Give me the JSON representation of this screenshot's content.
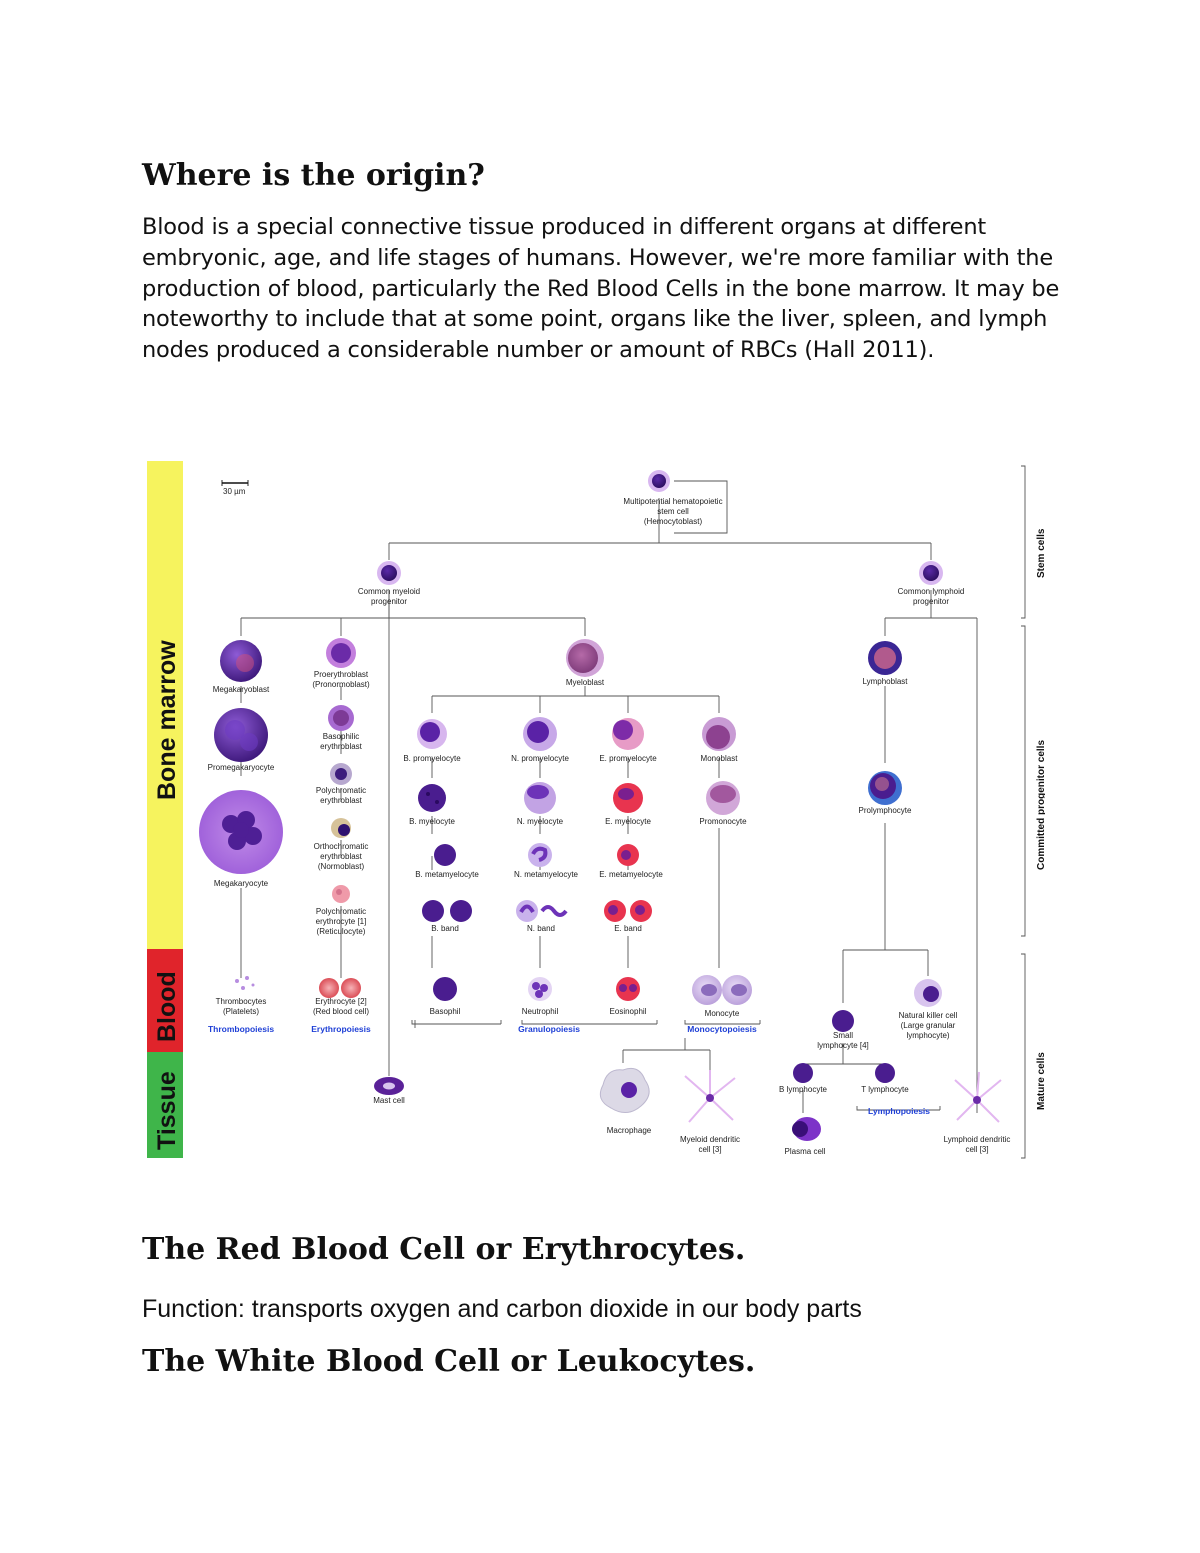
{
  "document": {
    "heading_origin": "Where is the origin?",
    "paragraph": "Blood is a special connective tissue produced in different organs at different embryonic, age, and life stages of humans. However, we're more familiar with the production of blood, particularly the Red Blood Cells in the bone marrow. It may be noteworthy to include that at some point, organs like the liver, spleen, and lymph nodes produced a considerable number or amount of RBCs (Hall 2011).",
    "heading_rbc": "The Red Blood Cell or Erythrocytes.",
    "function_text": "Function: transports oxygen and carbon dioxide in our body parts",
    "heading_wbc": "The White Blood Cell or Leukocytes."
  },
  "figure": {
    "scale_bar": "30 µm",
    "bands": {
      "bone_marrow": "Bone marrow",
      "blood": "Blood",
      "tissue": "Tissue"
    },
    "side_labels": {
      "stem": "Stem cells",
      "committed": "Committed progenitor cells",
      "mature": "Mature cells"
    },
    "stem": {
      "line1": "Multipotential hematopoietic",
      "line2": "stem cell",
      "line3": "(Hemocytoblast)"
    },
    "myeloid": {
      "line1": "Common myeloid",
      "line2": "progenitor"
    },
    "lymphoid": {
      "line1": "Common lymphoid",
      "line2": "progenitor"
    },
    "megakaryoblast": "Megakaryoblast",
    "promegakaryocyte": "Promegakaryocyte",
    "megakaryocyte": "Megakaryocyte",
    "proerythroblast": {
      "line1": "Proerythroblast",
      "line2": "(Pronormoblast)"
    },
    "basophilic": {
      "line1": "Basophilic",
      "line2": "erythroblast"
    },
    "polychromatic": {
      "line1": "Polychromatic",
      "line2": "erythroblast"
    },
    "orthochromatic": {
      "line1": "Orthochromatic",
      "line2": "erythroblast",
      "line3": "(Normoblast)"
    },
    "reticulocyte": {
      "line1": "Polychromatic",
      "line2": "erythrocyte [1]",
      "line3": "(Reticulocyte)"
    },
    "myeloblast": "Myeloblast",
    "b_promyelocyte": "B. promyelocyte",
    "n_promyelocyte": "N. promyelocyte",
    "e_promyelocyte": "E. promyelocyte",
    "monoblast": "Monoblast",
    "b_myelocyte": "B. myelocyte",
    "n_myelocyte": "N. myelocyte",
    "e_myelocyte": "E. myelocyte",
    "promonocyte": "Promonocyte",
    "b_metamyelocyte": "B. metamyelocyte",
    "n_metamyelocyte": "N. metamyelocyte",
    "e_metamyelocyte": "E. metamyelocyte",
    "b_band": "B. band",
    "n_band": "N. band",
    "e_band": "E. band",
    "lymphoblast": "Lymphoblast",
    "prolymphocyte": "Prolymphocyte",
    "thrombocytes": {
      "line1": "Thrombocytes",
      "line2": "(Platelets)"
    },
    "erythrocyte": {
      "line1": "Erythrocyte [2]",
      "line2": "(Red blood cell)"
    },
    "basophil": "Basophil",
    "neutrophil": "Neutrophil",
    "eosinophil": "Eosinophil",
    "monocyte": "Monocyte",
    "nk_cell": {
      "line1": "Natural killer cell",
      "line2": "(Large granular",
      "line3": "lymphocyte)"
    },
    "small_lymphocyte": {
      "line1": "Small",
      "line2": "lymphocyte [4]"
    },
    "b_lymphocyte": "B lymphocyte",
    "t_lymphocyte": "T lymphocyte",
    "thrombopoiesis": "Thrombopoiesis",
    "erythropoiesis": "Erythropoiesis",
    "granulopoiesis": "Granulopoiesis",
    "monocytopoiesis": "Monocytopoiesis",
    "lymphopoiesis": "Lymphopoiesis",
    "mast_cell": "Mast cell",
    "macrophage": "Macrophage",
    "myeloid_dendritic": {
      "line1": "Myeloid dendritic",
      "line2": "cell [3]"
    },
    "plasma_cell": "Plasma cell",
    "lymphoid_dendritic": {
      "line1": "Lymphoid dendritic",
      "line2": "cell [3]"
    }
  }
}
